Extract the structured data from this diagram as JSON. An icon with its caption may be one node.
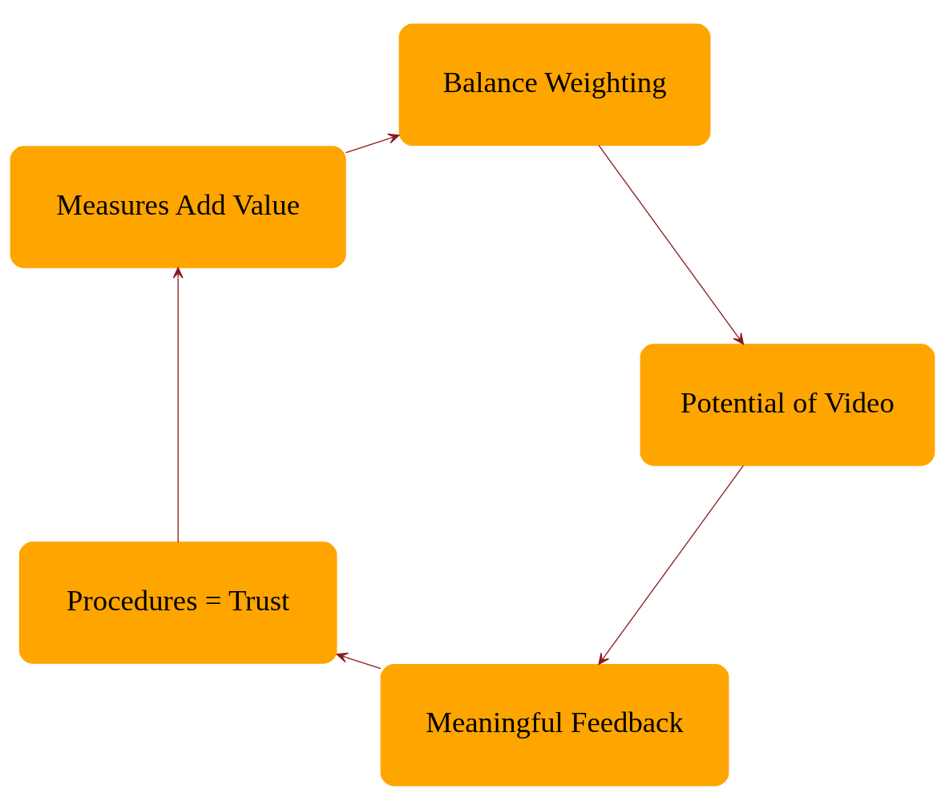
{
  "diagram": {
    "nodes": [
      {
        "text": [
          "Meaningful Feedback"
        ]
      },
      {
        "text": [
          "Procedures = Trust"
        ]
      },
      {
        "text": [
          "Measures Add Value"
        ]
      },
      {
        "text": [
          "Balance Weighting"
        ]
      },
      {
        "text": [
          "Potential of Video"
        ]
      }
    ],
    "edges": [
      {
        "from": 0,
        "to": 1,
        "arrow": "to"
      },
      {
        "from": 1,
        "to": 2,
        "arrow": "to"
      },
      {
        "from": 2,
        "to": 3,
        "arrow": "to"
      },
      {
        "from": 3,
        "to": 4,
        "arrow": "to"
      },
      {
        "from": 4,
        "to": 0,
        "arrow": "to"
      }
    ]
  }
}
